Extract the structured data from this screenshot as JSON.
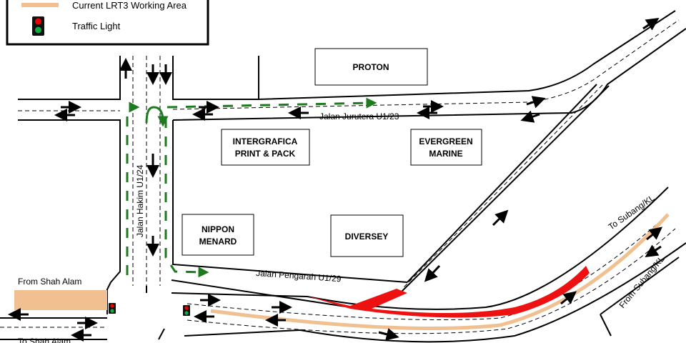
{
  "legend": {
    "items": [
      {
        "label": "Current LRT3 Working Area",
        "color": "#f0c090"
      },
      {
        "label": "Traffic Light",
        "icon": "traffic-light-icon"
      }
    ]
  },
  "buildings": {
    "proton": "PROTON",
    "intergrafica_1": "INTERGRAFICA",
    "intergrafica_2": "PRINT & PACK",
    "evergreen_1": "EVERGREEN",
    "evergreen_2": "MARINE",
    "nippon_1": "NIPPON",
    "nippon_2": "MENARD",
    "diversey": "DIVERSEY"
  },
  "roads": {
    "jurutera": "Jalan Jurutera U1/23",
    "hakim": "Jalan Hakim U1/24",
    "pengarah": "Jalan Pengarah U1/29"
  },
  "directions": {
    "from_shah_alam": "From Shah Alam",
    "to_shah_alam": "To Shah Alam",
    "to_subang": "To Subang/KL",
    "from_subang": "From Subang/KL"
  },
  "colors": {
    "working_area": "#f0c090",
    "closure": "#ee1111",
    "diversion": "#1e7a1e"
  }
}
